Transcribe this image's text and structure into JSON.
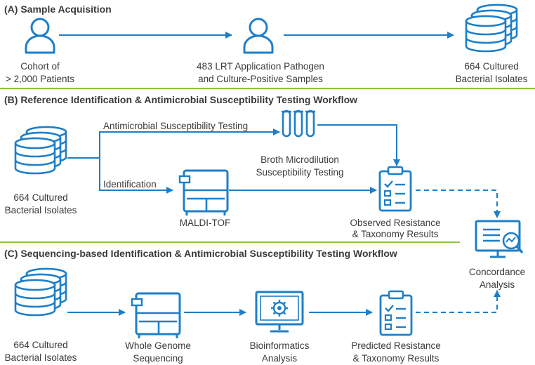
{
  "sections": {
    "a_title": "(A) Sample Acquisition",
    "b_title": "(B) Reference Identification & Antimicrobial Susceptibility Testing Workflow",
    "c_title": "(C) Sequencing-based Identification & Antimicrobial Susceptibility Testing Workflow"
  },
  "nodes": {
    "cohort": [
      "Cohort of",
      "> 2,000 Patients"
    ],
    "lrt": [
      "483 LRT Application Pathogen",
      "and Culture-Positive Samples"
    ],
    "isolates_a": [
      "664 Cultured",
      "Bacterial Isolates"
    ],
    "isolates_b": [
      "664 Cultured",
      "Bacterial Isolates"
    ],
    "ast_branch": "Antimicrobial Susceptibility Testing",
    "id_branch": "Identification",
    "broth": [
      "Broth Microdilution",
      "Susceptibility Testing"
    ],
    "maldi": "MALDI-TOF",
    "observed": [
      "Observed Resistance",
      "& Taxonomy Results"
    ],
    "concordance": [
      "Concordance",
      "Analysis"
    ],
    "isolates_c": [
      "664 Cultured",
      "Bacterial Isolates"
    ],
    "wgs": [
      "Whole Genome",
      "Sequencing"
    ],
    "bioinfo": [
      "Bioinformatics",
      "Analysis"
    ],
    "predicted": [
      "Predicted Resistance",
      "& Taxonomy Results"
    ]
  },
  "colors": {
    "accent": "#1e7fc8",
    "divider": "#8dc63f",
    "text": "#3a3a3a"
  }
}
